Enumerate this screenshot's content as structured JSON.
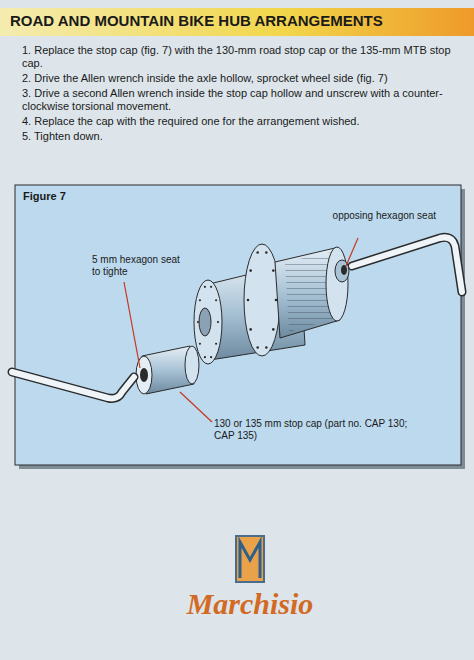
{
  "diagram": {
    "title": "ROAD AND MOUNTAIN BIKE HUB ARRANGEMENTS",
    "nodes": [
      {
        "text": [
          "Figure 7"
        ]
      }
    ],
    "labels": [
      "1. Replace the stop cap (fig. 7) with the 130-mm road stop cap or the 135-mm MTB stop cap.",
      "2. Drive the Allen wrench inside the axle hollow, sprocket wheel side (fig. 7)",
      "3. Drive a second Allen wrench inside the stop cap hollow and unscrew with a counter-clockwise torsional movement.",
      "4. Replace the cap with the required one for the arrangement wished.",
      "5. Tighten down.",
      "opposing hexagon seat",
      "5 mm hexagon seat to tighte",
      "130 or 135 mm stop cap (part no. CAP 130; CAP 135)",
      "Marchisio"
    ]
  }
}
